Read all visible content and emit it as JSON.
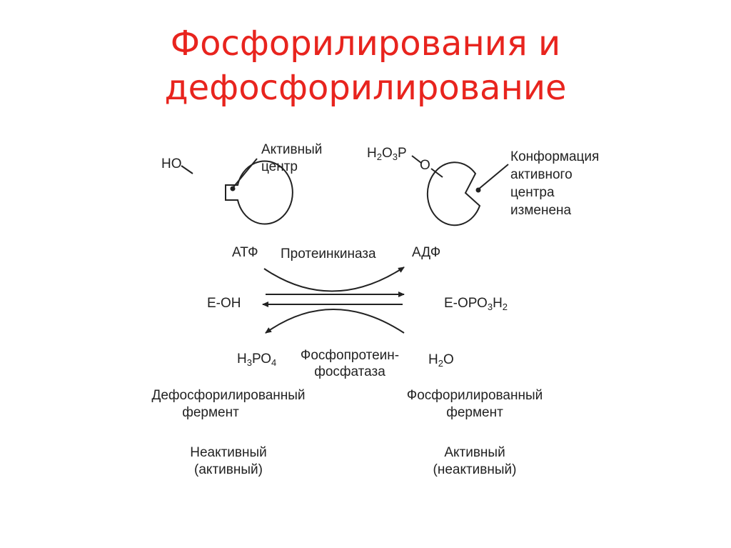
{
  "title": {
    "line1": "Фосфорилирования и",
    "line2": "дефосфорилирование",
    "color": "#e8241e"
  },
  "left_enzyme": {
    "group": "HO",
    "active_site_label": [
      "Активный",
      "центр"
    ]
  },
  "right_enzyme": {
    "group_prefix": "H",
    "group_sub1": "2",
    "group_mid": "O",
    "group_sub2": "3",
    "group_end": "P",
    "oxygen": "O",
    "conformation_label": [
      "Конформация",
      "активного",
      "центра",
      "изменена"
    ]
  },
  "reaction": {
    "atp": "АТФ",
    "kinase": "Протеинкиназа",
    "adp": "АДФ",
    "e_oh": "Е-ОН",
    "e_oro_prefix": "Е-ОРО",
    "e_oro_sub1": "3",
    "e_oro_h": "Н",
    "e_oro_sub2": "2",
    "h3po4_h": "Н",
    "h3po4_sub1": "3",
    "h3po4_po": "РО",
    "h3po4_sub2": "4",
    "phosphatase": [
      "Фосфопротеин-",
      "фосфатаза"
    ],
    "h2o_h": "Н",
    "h2o_sub": "2",
    "h2o_o": "О"
  },
  "left_state": {
    "name": [
      "Дефосфорилированный",
      "фермент"
    ],
    "activity": [
      "Неактивный",
      "(активный)"
    ]
  },
  "right_state": {
    "name": [
      "Фосфорилированный",
      "фермент"
    ],
    "activity": [
      "Активный",
      "(неактивный)"
    ]
  }
}
